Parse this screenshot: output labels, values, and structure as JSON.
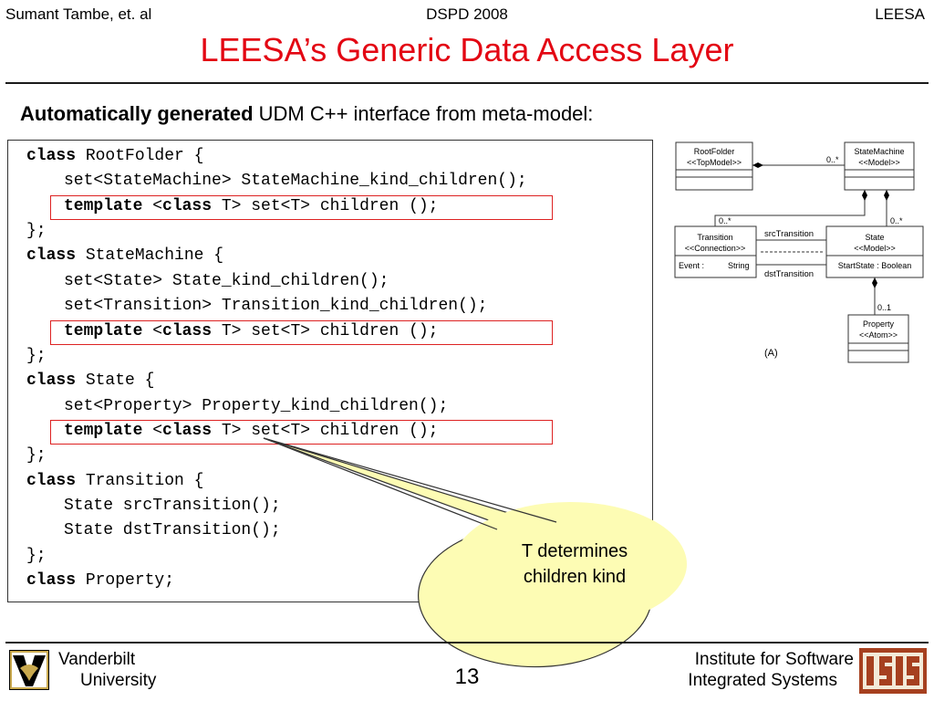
{
  "header": {
    "left": "Sumant Tambe, et. al",
    "center": "DSPD 2008",
    "right": "LEESA"
  },
  "title": "LEESA’s Generic Data Access Layer",
  "subtitle": {
    "bold": "Automatically generated",
    "rest": " UDM C++ interface from meta-model:"
  },
  "code": {
    "class_kw": "class",
    "template_kw": "template",
    "l1_name": " RootFolder {",
    "l2": "set<StateMachine> StateMachine_kind_children();",
    "tpl_mid": " <",
    "tpl_rest": " T> set<T> children ();",
    "close": "};",
    "l5_name": " StateMachine {",
    "l6": "set<State> State_kind_children();",
    "l7": "set<Transition> Transition_kind_children();",
    "l10_name": " State {",
    "l11": "set<Property> Property_kind_children();",
    "l14_name": " Transition {",
    "l15": "State srcTransition();",
    "l16": "State dstTransition();",
    "l18_name": " Property;"
  },
  "callout": {
    "line1": "T determines",
    "line2": "children kind"
  },
  "diagram": {
    "rootfolder": {
      "name": "RootFolder",
      "stereo": "<<TopModel>>"
    },
    "statemachine": {
      "name": "StateMachine",
      "stereo": "<<Model>>"
    },
    "transition": {
      "name": "Transition",
      "stereo": "<<Connection>>",
      "attr1": "Event :",
      "attr2": "String"
    },
    "state": {
      "name": "State",
      "stereo": "<<Model>>",
      "attr": "StartState : Boolean"
    },
    "property": {
      "name": "Property",
      "stereo": "<<Atom>>"
    },
    "mult_rf_sm": "0..*",
    "mult_tr": "0..*",
    "mult_st": "0..*",
    "mult_prop": "0..1",
    "src_label": "srcTransition",
    "dst_label": "dstTransition",
    "caption": "(A)"
  },
  "footer": {
    "left1": "Vanderbilt",
    "left2": "University",
    "page": "13",
    "right1": "Institute for Software",
    "right2": "Integrated Systems",
    "isis_logo": "ISIS"
  },
  "colors": {
    "title": "#e30613",
    "highlight": "#dd2222",
    "callout_fill": "#fdfcb4"
  }
}
